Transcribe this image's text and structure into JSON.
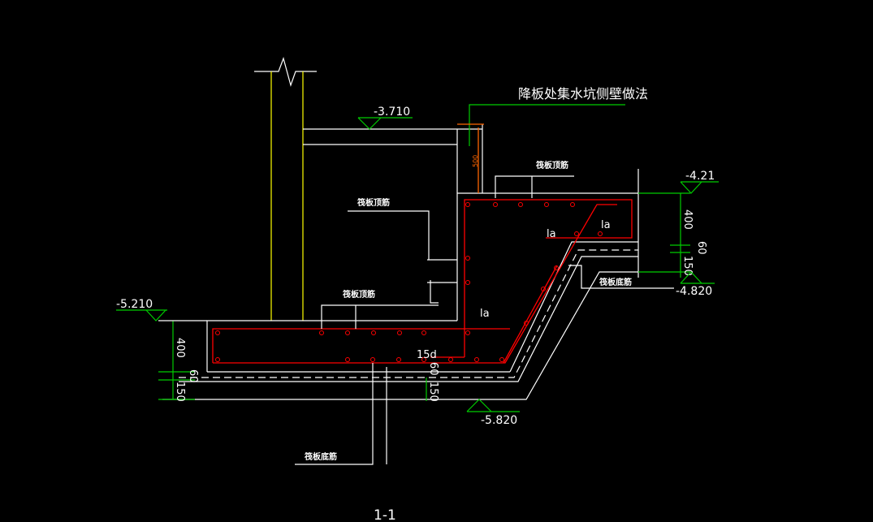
{
  "title": "降板处集水坑侧壁做法",
  "section_label": "1-1",
  "labels": {
    "top_rebar_upper": "筏板顶筋",
    "top_rebar_mid": "筏板顶筋",
    "top_rebar_lower": "筏板顶筋",
    "bottom_rebar_right": "筏板底筋",
    "bottom_rebar_lower": "筏板底筋",
    "la_1": "la",
    "la_2": "la",
    "la_3": "la",
    "hook": "15d"
  },
  "elevations": {
    "e1": "-3.710",
    "e2": "-4.21",
    "e3": "-4.820",
    "e4": "-5.210",
    "e5": "-5.820"
  },
  "dimensions": {
    "left_400": "400",
    "left_60": "60",
    "left_150": "150",
    "right_400": "400",
    "right_60": "60",
    "right_150": "150",
    "mid_60": "60",
    "mid_150": "150",
    "wall_500": "500"
  },
  "colors": {
    "background": "#000000",
    "rebar": "#ff0000",
    "dimension": "#00cc00",
    "column": "#ffff00",
    "note": "#ff6600"
  }
}
